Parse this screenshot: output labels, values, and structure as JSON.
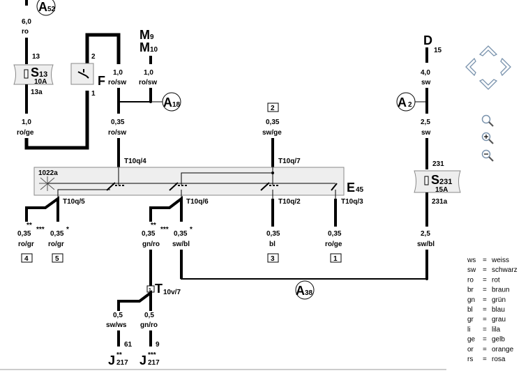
{
  "labels": {
    "a52": "A",
    "a52_sub": "52",
    "s13": "S",
    "s13_sub": "13",
    "s13_amp": "10A",
    "f": "F",
    "m9": "M",
    "m9_sub": "9",
    "m10": "M",
    "m10_sub": "10",
    "a18": "A",
    "a18_sub": "18",
    "d": "D",
    "a2": "A",
    "a2_sub": "2",
    "s231": "S",
    "s231_sub": "231",
    "s231_amp": "15A",
    "e45": "E",
    "e45_sub": "45",
    "a38": "A",
    "a38_sub": "38",
    "t10v7": "T",
    "t10v7_sub": "10v/7",
    "j217a": "J",
    "j217a_sub": "217",
    "j217a_sup": "**",
    "j217b": "J",
    "j217b_sub": "217",
    "j217b_sup": "***",
    "box1022a": "1022a"
  },
  "wires": {
    "w_a52": {
      "size": "6,0",
      "color": "ro"
    },
    "w_s13_top": {
      "pin": "13"
    },
    "w_s13_bot": {
      "pin": "13a"
    },
    "w_s13_out": {
      "size": "1,0",
      "color": "ro/ge"
    },
    "w_f_pin2": "2",
    "w_f_pin1": "1",
    "w_f_out": {
      "size": "1,0",
      "color": "ro/sw"
    },
    "w_m": {
      "size": "1,0",
      "color": "ro/sw"
    },
    "w_t10q4": {
      "size": "0,35",
      "color": "ro/sw",
      "conn": "T10q/4"
    },
    "w_t10q7": {
      "size": "0,35",
      "color": "sw/ge",
      "conn": "T10q/7",
      "box": "2"
    },
    "w_d": {
      "pin": "15",
      "size": "4,0",
      "color": "sw"
    },
    "w_a2": {
      "size": "2,5",
      "color": "sw"
    },
    "w_s231": {
      "pin_top": "231",
      "pin_bot": "231a"
    },
    "w_t10q5": {
      "conn": "T10q/5",
      "size_a": "0,35",
      "color_a": "ro/gr",
      "box_a": "4",
      "mark_a": "**",
      "mark_a2": "***",
      "size_b": "0,35",
      "color_b": "ro/gr",
      "box_b": "5",
      "mark_b": "*"
    },
    "w_t10q6": {
      "conn": "T10q/6",
      "size_a": "0,35",
      "color_a": "gn/ro",
      "mark_a": "**",
      "mark_a2": "***",
      "size_b": "0,35",
      "color_b": "sw/bl",
      "mark_b": "*"
    },
    "w_t10q2": {
      "conn": "T10q/2",
      "size": "0,35",
      "color": "bl",
      "box": "3"
    },
    "w_t10q3": {
      "conn": "T10q/3",
      "size": "0,35",
      "color": "ro/ge",
      "box": "1"
    },
    "w_out_right": {
      "size": "2,5",
      "color": "sw/bl"
    },
    "w_j1": {
      "size": "0,5",
      "color": "sw/ws",
      "pin": "61"
    },
    "w_j2": {
      "size": "0,5",
      "color": "gn/ro",
      "pin": "9"
    },
    "t10v7_pin": "1"
  },
  "legend": [
    {
      "code": "ws",
      "eq": "=",
      "name": "weiss"
    },
    {
      "code": "sw",
      "eq": "=",
      "name": "schwarz"
    },
    {
      "code": "ro",
      "eq": "=",
      "name": "rot"
    },
    {
      "code": "br",
      "eq": "=",
      "name": "braun"
    },
    {
      "code": "gn",
      "eq": "=",
      "name": "grün"
    },
    {
      "code": "bl",
      "eq": "=",
      "name": "blau"
    },
    {
      "code": "gr",
      "eq": "=",
      "name": "grau"
    },
    {
      "code": "li",
      "eq": "=",
      "name": "lila"
    },
    {
      "code": "ge",
      "eq": "=",
      "name": "gelb"
    },
    {
      "code": "or",
      "eq": "=",
      "name": "orange"
    },
    {
      "code": "rs",
      "eq": "=",
      "name": "rosa"
    }
  ],
  "nav_icons": [
    "arrow-up-icon",
    "arrow-left-icon",
    "arrow-right-icon",
    "arrow-down-icon",
    "magnifier-icon",
    "zoom-in-icon",
    "zoom-out-icon"
  ],
  "colors": {
    "wire": "#000000",
    "nav": "#8aa0b8",
    "panel": "#eeeeee"
  }
}
